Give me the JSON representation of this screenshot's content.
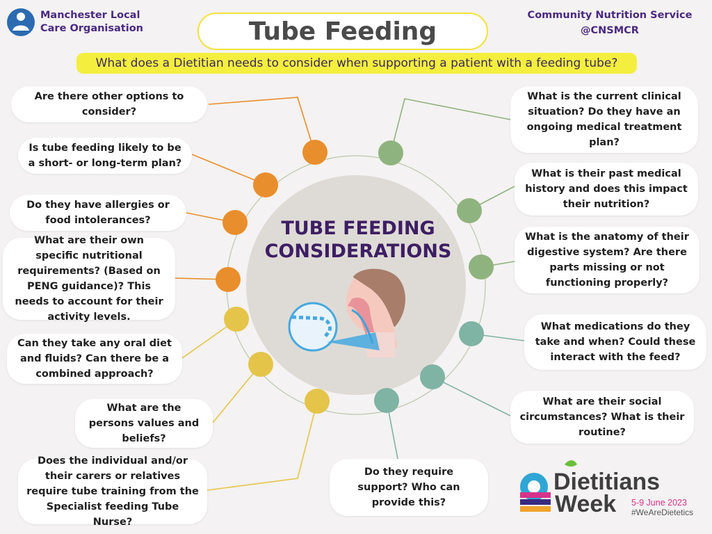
{
  "header": {
    "org_name_line1": "Manchester Local",
    "org_name_line2": "Care Organisation",
    "title": "Tube Feeding",
    "subtitle": "What does a Dietitian needs to consider when supporting a patient with a feeding tube?",
    "service_line1": "Community Nutrition Service",
    "service_line2": "@CNSMCR"
  },
  "center": {
    "title_line1": "TUBE FEEDING",
    "title_line2": "CONSIDERATIONS"
  },
  "left_considerations": [
    "Are there other options to consider?",
    "Is tube feeding likely to be a short- or long-term plan?",
    "Do they have allergies or food intolerances?",
    "What are their own specific nutritional requirements? (Based on PENG guidance)? This needs to account for their activity levels.",
    "Can they take any oral diet and fluids? Can there be a combined approach?",
    "What are the persons values and beliefs?",
    "Does the individual and/or their carers or relatives require tube training from the Specialist feeding Tube Nurse?"
  ],
  "right_considerations": [
    "What is the current clinical situation? Do they have an ongoing medical treatment plan?",
    "What is their past medical history and does this impact their nutrition?",
    "What is the anatomy of their digestive system? Are there parts missing or not functioning properly?",
    "What medications do they take and when? Could these interact with the feed?",
    "What are their social circumstances? What is their routine?",
    "Do they require support? Who can provide this?"
  ],
  "footer_logo": {
    "line1": "Dietitians",
    "line2": "Week",
    "dates": "5-9 June 2023",
    "hashtag": "#WeAreDietetics"
  },
  "colors": {
    "orange": "#e98e2c",
    "yellow": "#e5c44a",
    "green": "#8fb37e",
    "teal": "#7fb3a4",
    "center_circle": "#dedbd6",
    "title_text": "#3d1e63",
    "subtitle_bg": "#f4ef3e"
  },
  "icons": {
    "org_logo": "person-in-circle-icon",
    "center_image": "nasogastric-tube-head-illustration",
    "footer_logo": "dietitians-week-logo"
  }
}
